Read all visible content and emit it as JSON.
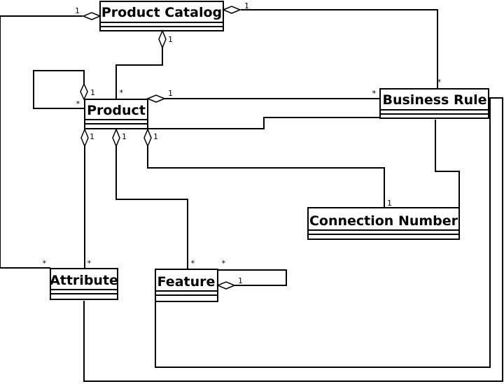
{
  "diagram": {
    "classes": {
      "product_catalog": "Product Catalog",
      "product": "Product",
      "business_rule": "Business Rule",
      "connection_number": "Connection Number",
      "attribute": "Attribute",
      "feature": "Feature"
    },
    "multiplicities": {
      "catalog_left": "1",
      "catalog_right": "1",
      "catalog_bottom": "1",
      "product_self_one": "1",
      "product_self_many": "*",
      "product_top_many": "*",
      "product_rule_one": "1",
      "rule_from_product_many": "*",
      "rule_from_catalog_many": "*",
      "product_attr_one": "1",
      "product_feature_one": "1",
      "product_conn_one": "1",
      "conn_one": "1",
      "attribute_catalog_many": "*",
      "attribute_product_many": "*",
      "feature_product_many": "*",
      "feature_self_many": "*",
      "feature_self_one": "1"
    }
  }
}
